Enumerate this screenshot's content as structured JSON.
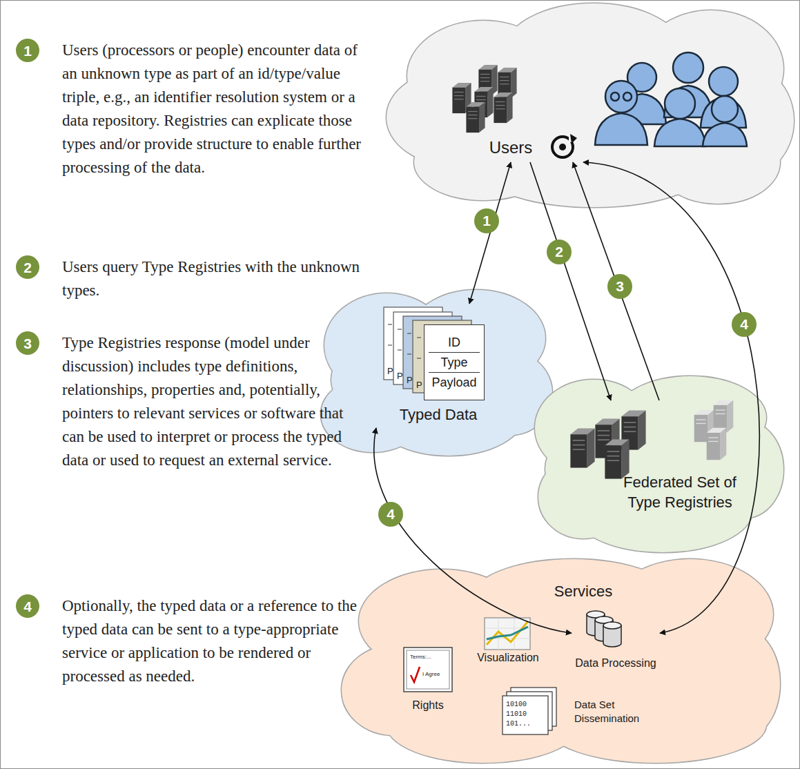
{
  "diagram": {
    "nodes": [
      {
        "text": [
          "1"
        ]
      },
      {
        "text": [
          "2"
        ]
      },
      {
        "text": [
          "3"
        ]
      },
      {
        "text": [
          "4"
        ]
      },
      {
        "text": [
          "Users"
        ]
      },
      {
        "text": [
          "Typed Data"
        ]
      },
      {
        "text": [
          "ID",
          "Type",
          "Payload"
        ],
        "in": 5
      },
      {
        "text": [
          "Federated Set of Type Registries"
        ]
      },
      {
        "text": [
          "Services"
        ]
      },
      {
        "text": [
          "Rights"
        ],
        "in": 8
      },
      {
        "text": [
          "Visualization"
        ],
        "in": 8
      },
      {
        "text": [
          "Data Processing"
        ],
        "in": 8
      },
      {
        "text": [
          "Data Set Dissemination"
        ],
        "in": 8
      }
    ],
    "edges": [
      {
        "from": 4,
        "to": 5,
        "arrow": "both",
        "label": "1"
      },
      {
        "from": 4,
        "to": 7,
        "arrow": "to",
        "label": "2"
      },
      {
        "from": 7,
        "to": 4,
        "arrow": "to",
        "label": "3"
      },
      {
        "from": 5,
        "to": 11,
        "arrow": "both",
        "label": "4"
      },
      {
        "from": 11,
        "to": 4,
        "arrow": "both",
        "label": "4"
      }
    ],
    "labels": [
      "Users (processors or people) encounter data of an unknown type as part of an id/type/value triple, e.g., an identifier resolution system or a data repository. Registries can explicate those types and/or provide structure to enable further processing of the data.",
      "Users query Type Registries with the unknown types.",
      "Type Registries response (model under discussion) includes type definitions, relationships, properties and, potentially, pointers to relevant services or software that can be used to interpret or process the typed data or used to request an external service.",
      "Optionally, the typed data or a reference to the typed data can be sent to a type-appropriate service or application to be rendered or processed as needed.",
      "P",
      "P",
      "P",
      "P",
      "Terms:...",
      "I Agree",
      "10100",
      "11010",
      "101..."
    ]
  }
}
